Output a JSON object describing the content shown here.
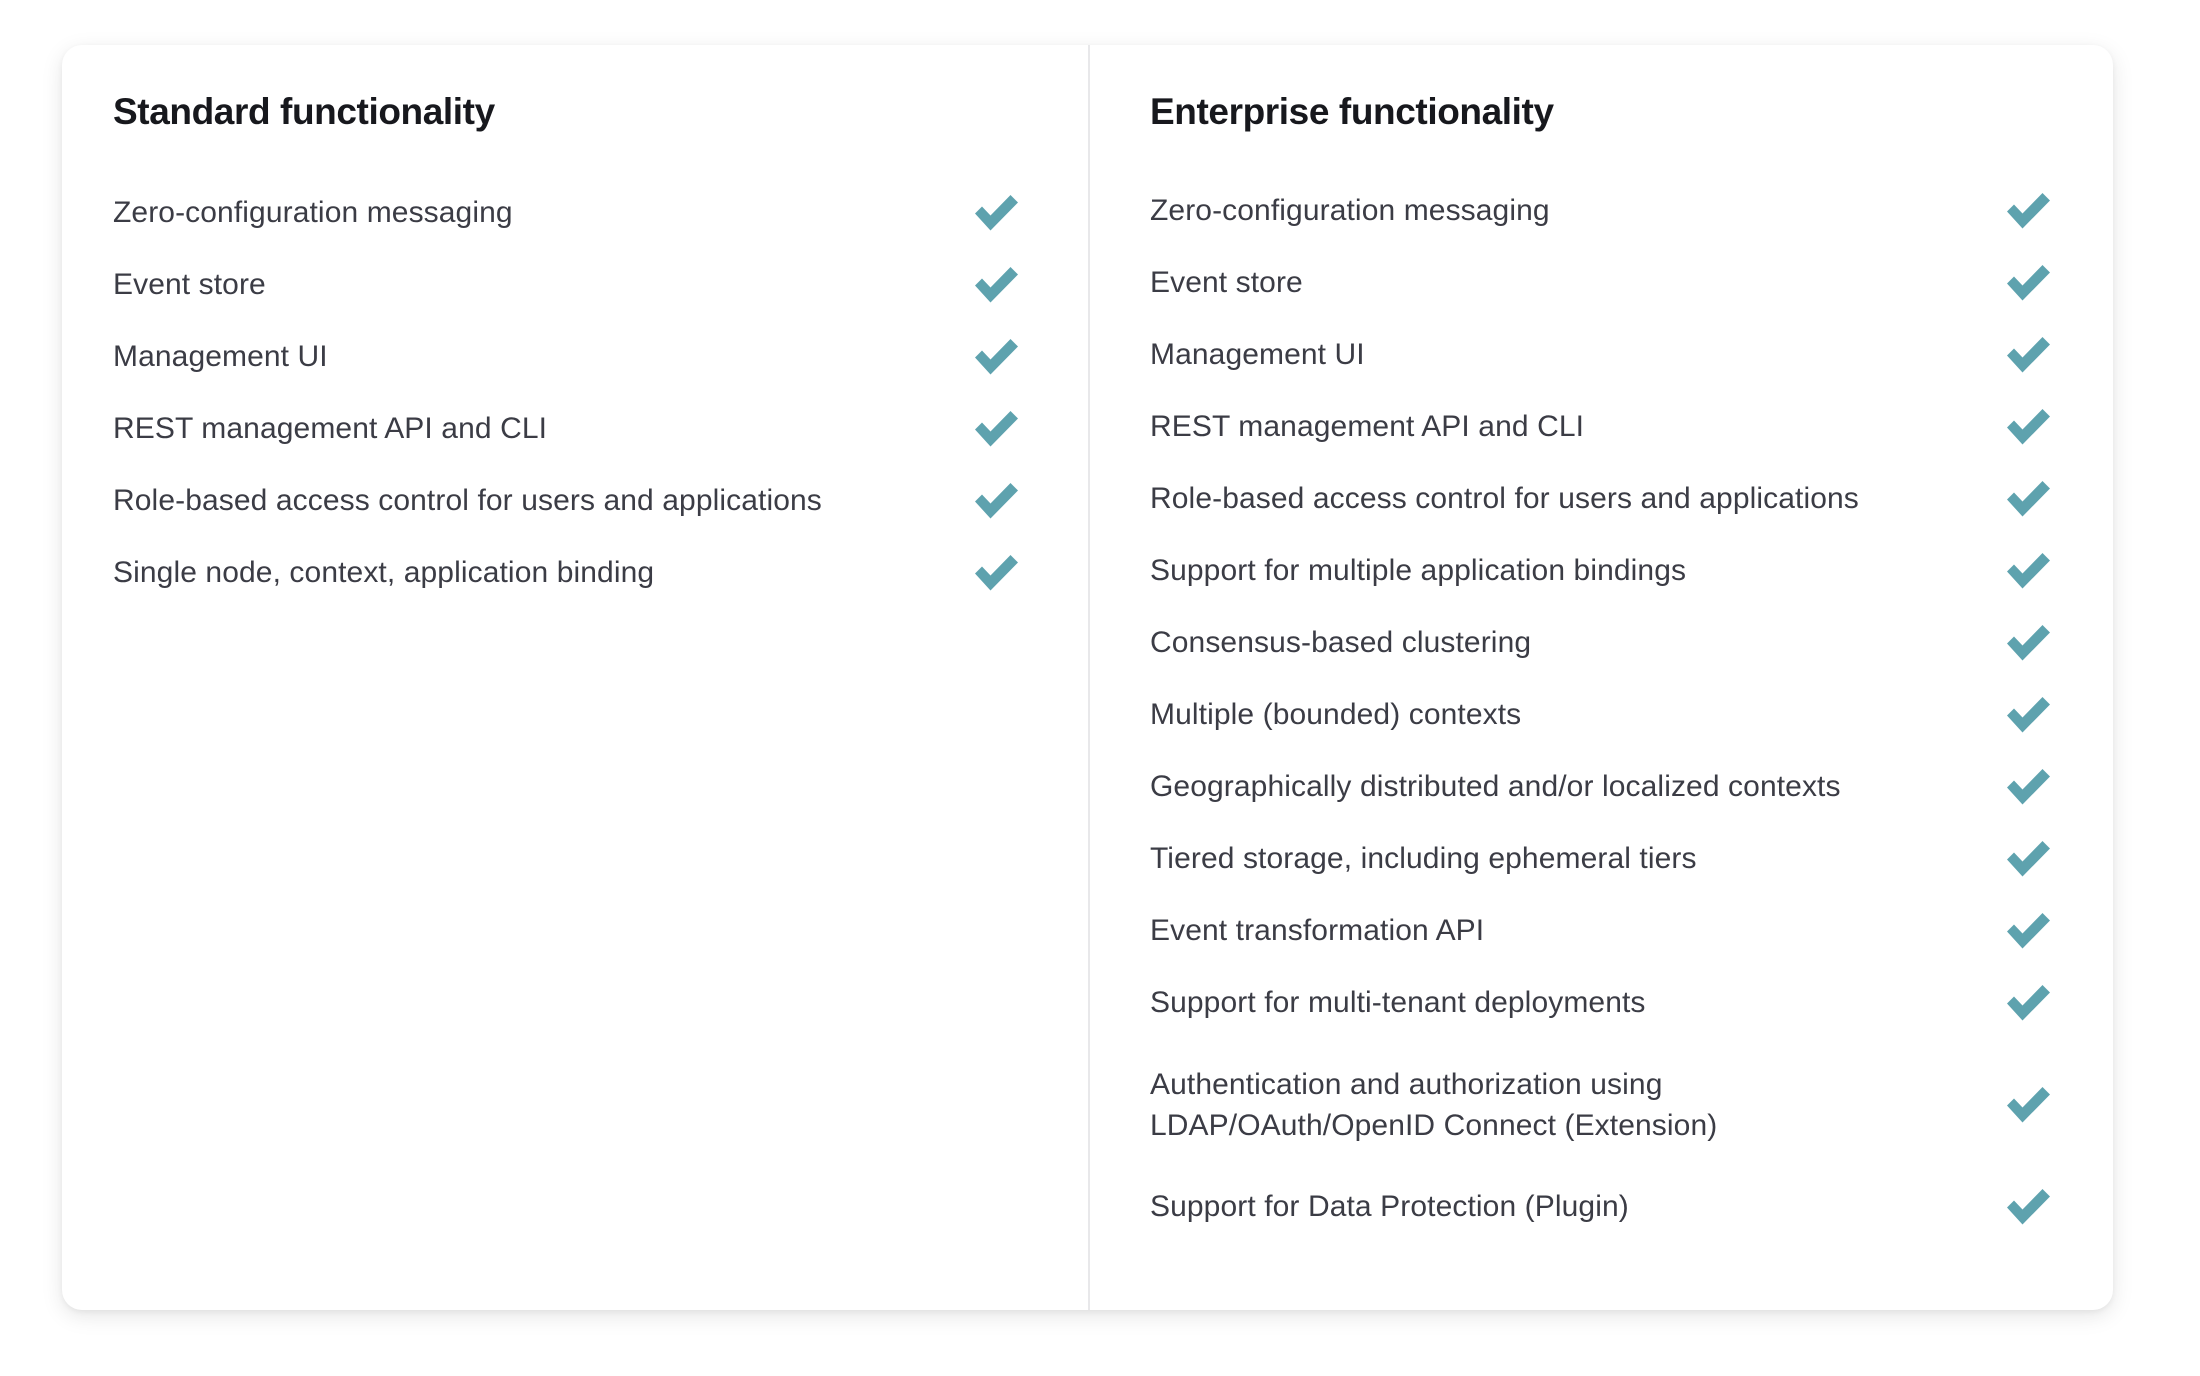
{
  "card": {
    "accent_color": "#5ea2ae",
    "text_color": "#3b3c45",
    "title_color": "#17181d",
    "divider_color": "#e8e8ea",
    "background": "#ffffff",
    "check_icon_name": "check-icon"
  },
  "columns": [
    {
      "id": "standard",
      "title": "Standard functionality",
      "features": [
        {
          "label": "Zero-configuration messaging",
          "checked": true
        },
        {
          "label": "Event store",
          "checked": true
        },
        {
          "label": "Management UI",
          "checked": true
        },
        {
          "label": "REST management API and CLI",
          "checked": true
        },
        {
          "label": "Role-based access control for users and applications",
          "checked": true
        },
        {
          "label": "Single node, context, application binding",
          "checked": true
        }
      ]
    },
    {
      "id": "enterprise",
      "title": "Enterprise functionality",
      "features": [
        {
          "label": "Zero-configuration messaging",
          "checked": true
        },
        {
          "label": "Event store",
          "checked": true
        },
        {
          "label": "Management UI",
          "checked": true
        },
        {
          "label": "REST management API and CLI",
          "checked": true
        },
        {
          "label": "Role-based access control for users and applications",
          "checked": true
        },
        {
          "label": "Support for multiple application bindings",
          "checked": true
        },
        {
          "label": "Consensus-based clustering",
          "checked": true
        },
        {
          "label": "Multiple (bounded) contexts",
          "checked": true
        },
        {
          "label": "Geographically distributed and/or localized contexts",
          "checked": true
        },
        {
          "label": "Tiered storage, including ephemeral tiers",
          "checked": true
        },
        {
          "label": "Event transformation API",
          "checked": true
        },
        {
          "label": "Support for multi-tenant deployments",
          "checked": true
        },
        {
          "label": "Authentication and authorization using LDAP/OAuth/OpenID Connect (Extension)",
          "lines": [
            "Authentication and authorization using",
            "LDAP/OAuth/OpenID Connect (Extension)"
          ],
          "checked": true
        },
        {
          "label": "Support for Data Protection (Plugin)",
          "checked": true
        }
      ]
    }
  ]
}
